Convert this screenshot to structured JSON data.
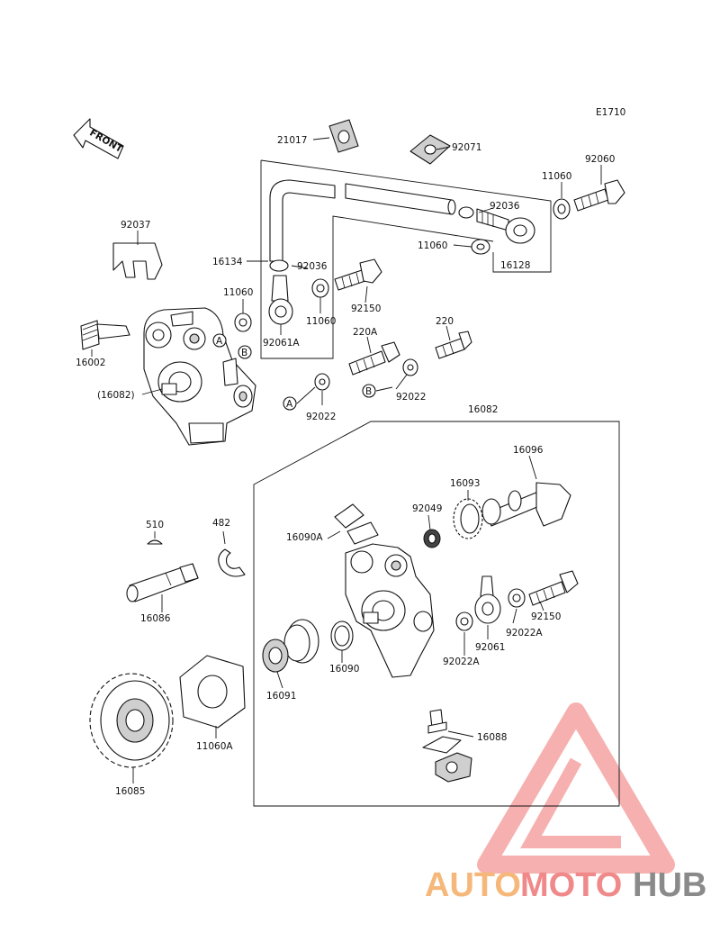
{
  "diagram": {
    "code": "E1710",
    "front_label": "FRONT",
    "callout_a": "A",
    "callout_b": "B",
    "parts": {
      "p21017": "21017",
      "p92071": "92071",
      "p92060": "92060",
      "p11060_a": "11060",
      "p92036_a": "92036",
      "p11060_b": "11060",
      "p16128": "16128",
      "p92037": "92037",
      "p16134": "16134",
      "p92036_b": "92036",
      "p11060_c": "11060",
      "p92150_a": "92150",
      "p11060_d": "11060",
      "p92061a": "92061A",
      "p220a": "220A",
      "p220": "220",
      "p16002": "16002",
      "p16082_paren": "(16082)",
      "p92022_a": "92022",
      "p92022_b": "92022",
      "p16082": "16082",
      "p16096": "16096",
      "p16093": "16093",
      "p92049": "92049",
      "p16090a": "16090A",
      "p510": "510",
      "p482": "482",
      "p16086": "16086",
      "p92150_b": "92150",
      "p92022a_a": "92022A",
      "p92061": "92061",
      "p92022a_b": "92022A",
      "p16090": "16090",
      "p16091": "16091",
      "p16088": "16088",
      "p11060a": "11060A",
      "p16085": "16085"
    }
  },
  "watermark": {
    "part1": "AUTO",
    "part2": "MOTO",
    "part3": "HUB",
    "color1": "#f5b87a",
    "color2": "#f08a8a",
    "color3": "#8a8a8a"
  }
}
